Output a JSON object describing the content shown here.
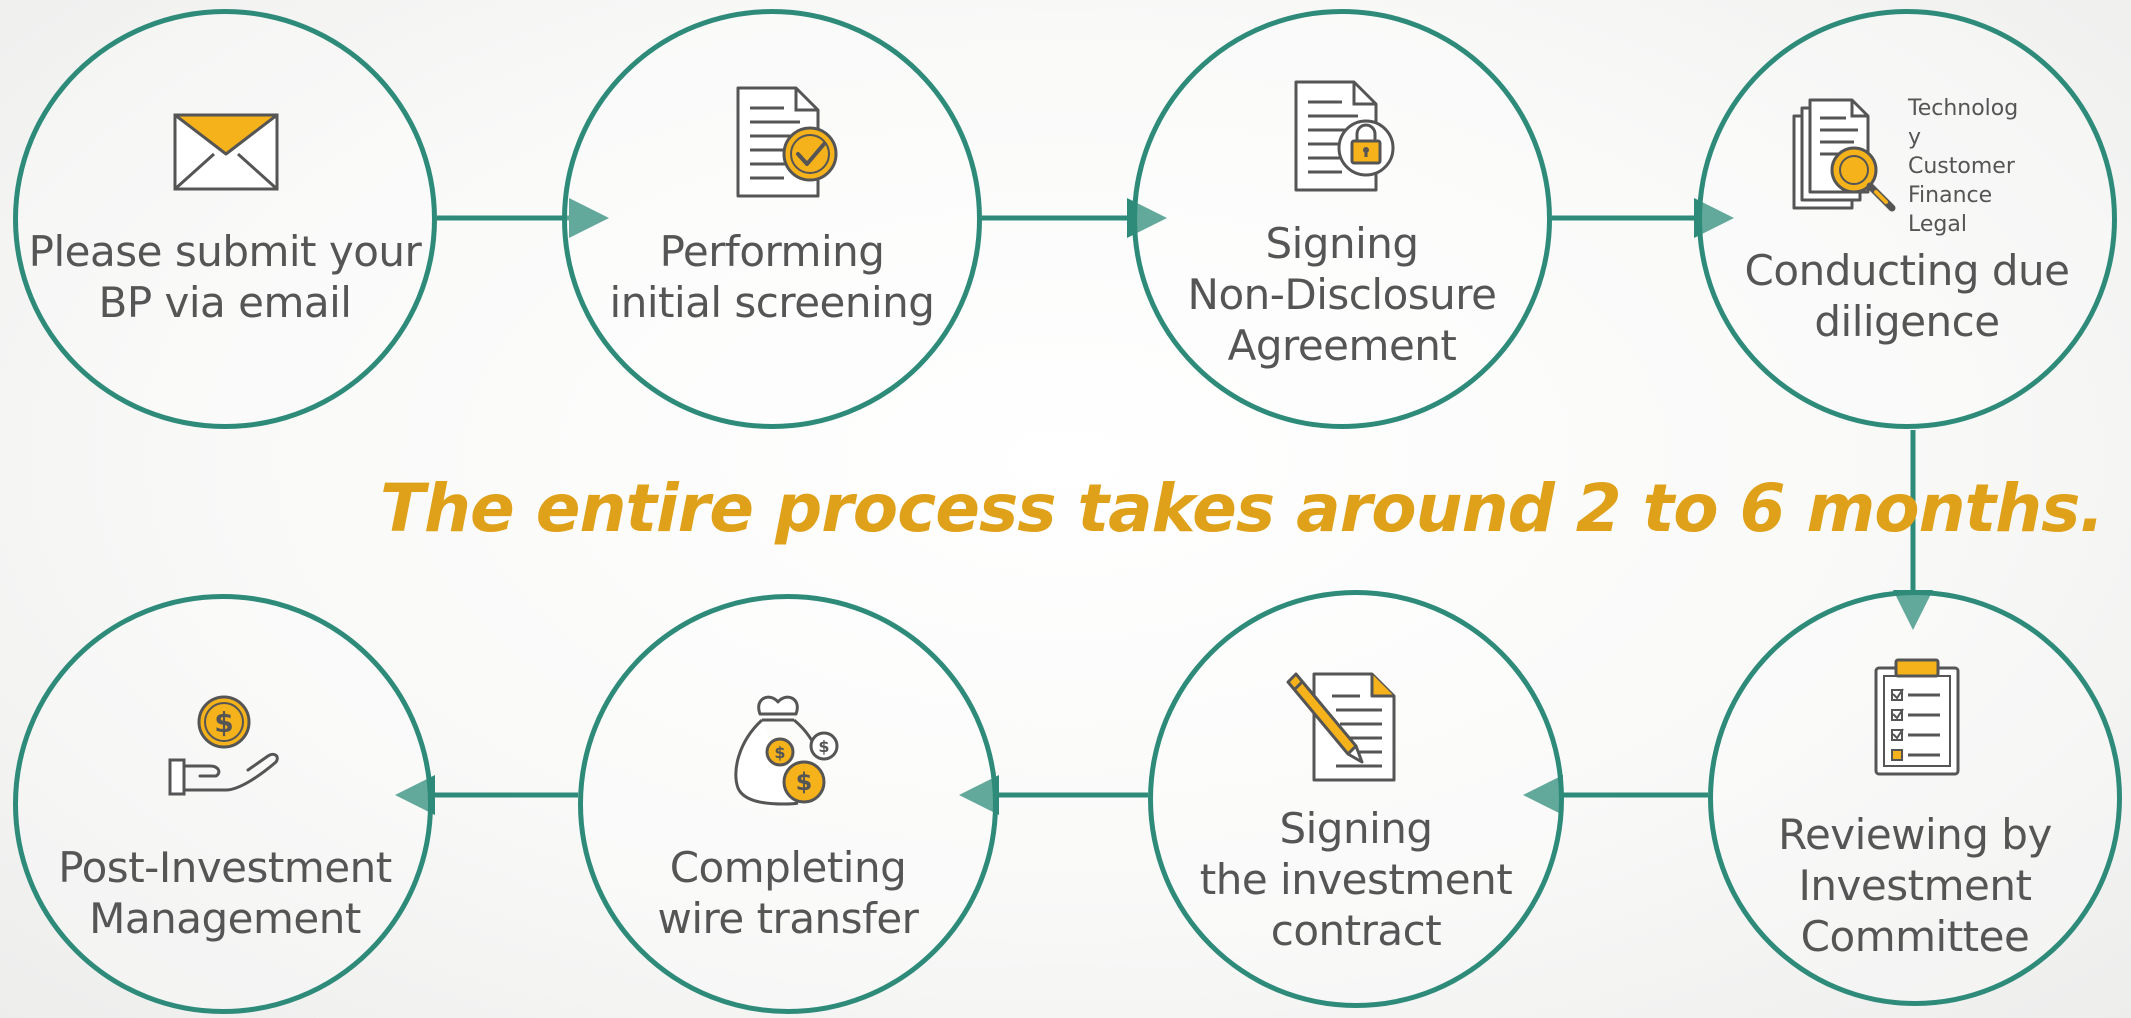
{
  "colors": {
    "circle_border": "#2e8b7a",
    "arrow": "#2e8b7a",
    "headline": "#e0a11a",
    "text": "#555555",
    "icon_accent": "#f5b21b",
    "icon_stroke": "#555555"
  },
  "headline": "The entire process takes around 2 to 6 months.",
  "steps": [
    {
      "icon": "envelope-icon",
      "lines": [
        "Please submit your",
        "BP via email"
      ]
    },
    {
      "icon": "document-check-icon",
      "lines": [
        "Performing",
        "initial screening"
      ]
    },
    {
      "icon": "document-lock-icon",
      "lines": [
        "Signing",
        "Non-Disclosure",
        "Agreement"
      ]
    },
    {
      "icon": "document-search-icon",
      "lines": [
        "Conducting due",
        "diligence"
      ],
      "list": [
        "Technolog",
        "y",
        "Customer",
        "Finance",
        "Legal"
      ]
    },
    {
      "icon": "clipboard-checklist-icon",
      "lines": [
        "Reviewing by",
        "Investment",
        "Committee"
      ]
    },
    {
      "icon": "contract-pencil-icon",
      "lines": [
        "Signing",
        "the investment",
        "contract"
      ]
    },
    {
      "icon": "money-bag-icon",
      "lines": [
        "Completing",
        "wire transfer"
      ]
    },
    {
      "icon": "hand-coin-icon",
      "lines": [
        "Post-Investment",
        "Management"
      ]
    }
  ]
}
